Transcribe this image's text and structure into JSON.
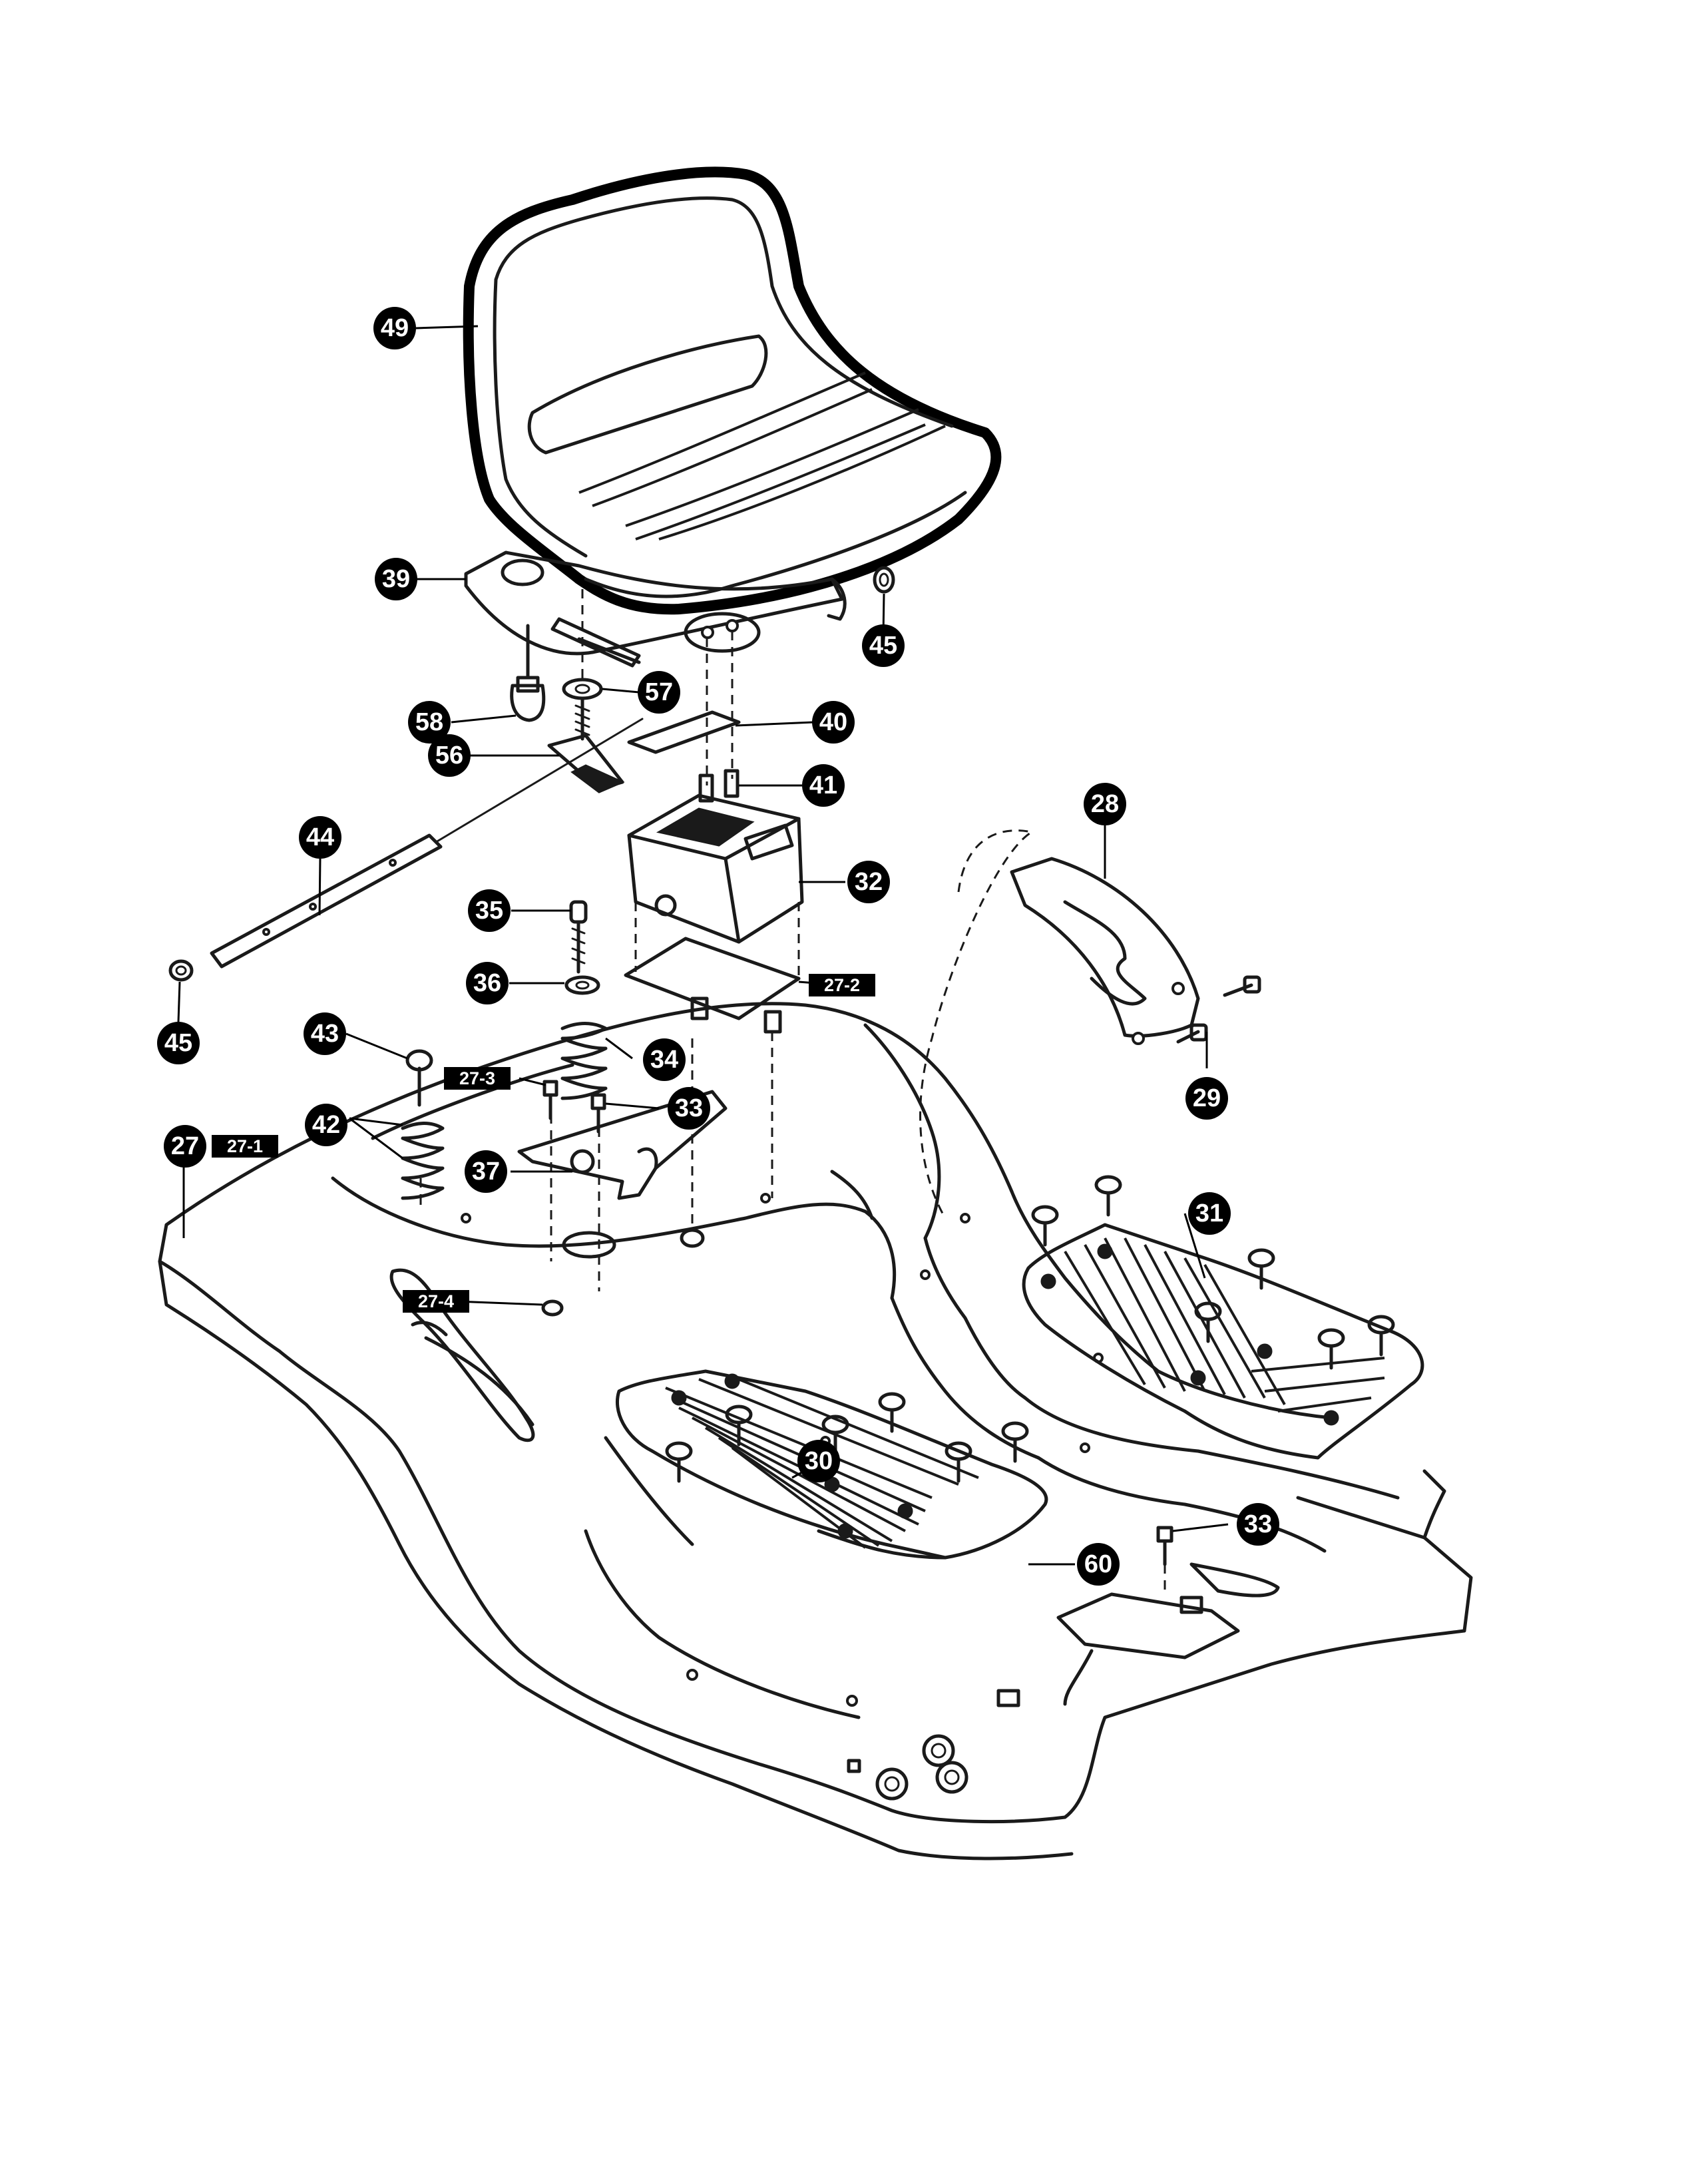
{
  "figure": {
    "callouts": [
      {
        "id": "49",
        "label": "49"
      },
      {
        "id": "39",
        "label": "39"
      },
      {
        "id": "45a",
        "label": "45"
      },
      {
        "id": "57",
        "label": "57"
      },
      {
        "id": "58",
        "label": "58"
      },
      {
        "id": "40",
        "label": "40"
      },
      {
        "id": "56",
        "label": "56"
      },
      {
        "id": "41",
        "label": "41"
      },
      {
        "id": "44",
        "label": "44"
      },
      {
        "id": "28",
        "label": "28"
      },
      {
        "id": "32",
        "label": "32"
      },
      {
        "id": "35",
        "label": "35"
      },
      {
        "id": "36",
        "label": "36"
      },
      {
        "id": "45b",
        "label": "45"
      },
      {
        "id": "43",
        "label": "43"
      },
      {
        "id": "34",
        "label": "34"
      },
      {
        "id": "29",
        "label": "29"
      },
      {
        "id": "33a",
        "label": "33"
      },
      {
        "id": "42",
        "label": "42"
      },
      {
        "id": "27",
        "label": "27"
      },
      {
        "id": "37",
        "label": "37"
      },
      {
        "id": "31",
        "label": "31"
      },
      {
        "id": "30",
        "label": "30"
      },
      {
        "id": "33b",
        "label": "33"
      },
      {
        "id": "60",
        "label": "60"
      }
    ],
    "tags": [
      {
        "id": "27-1",
        "label": "27-1"
      },
      {
        "id": "27-2",
        "label": "27-2"
      },
      {
        "id": "27-3",
        "label": "27-3"
      },
      {
        "id": "27-4",
        "label": "27-4"
      }
    ]
  }
}
